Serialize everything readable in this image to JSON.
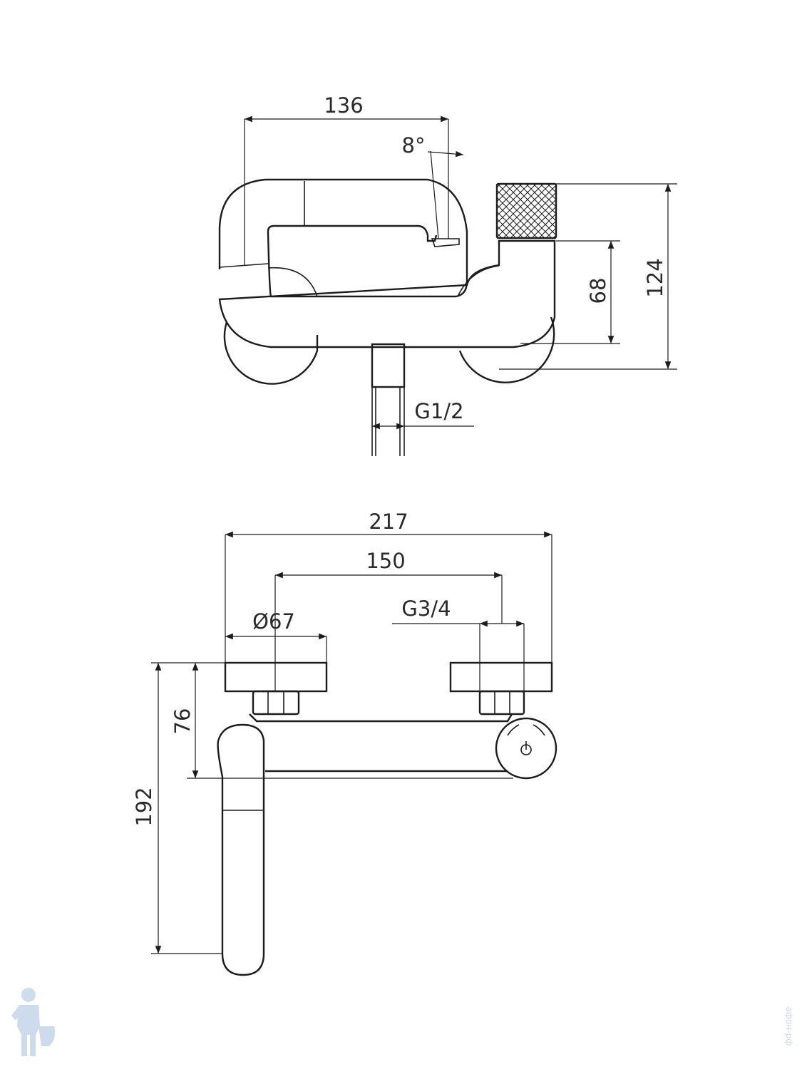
{
  "colors": {
    "line": "#1c1c1c",
    "text": "#2a2a2a",
    "background": "#ffffff",
    "watermark": "#c9d8ea"
  },
  "side_view": {
    "dim_width": "136",
    "dim_angle": "8°",
    "dim_body_height": "68",
    "dim_total_height": "124",
    "dim_inlet_thread": "G1/2"
  },
  "top_view": {
    "dim_total_width": "217",
    "dim_centers": "150",
    "dim_flange_diameter": "Ø67",
    "dim_outlet_thread": "G3/4",
    "dim_body_depth": "76",
    "dim_spout_reach": "192"
  },
  "watermark": {
    "site_text": "афон-рф"
  }
}
